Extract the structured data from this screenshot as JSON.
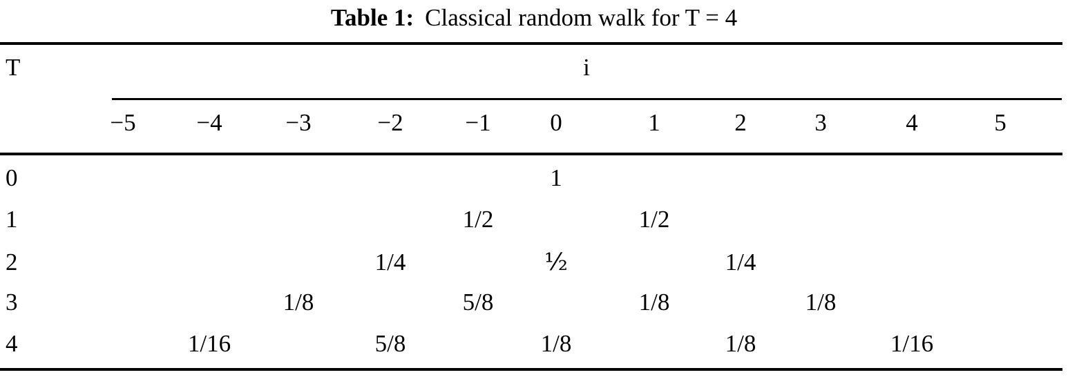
{
  "caption": {
    "label": "Table 1:",
    "text": "Classical random walk for T = 4"
  },
  "table": {
    "row_header_label": "T",
    "column_group_label": "i",
    "columns": [
      "−5",
      "−4",
      "−3",
      "−2",
      "−1",
      "0",
      "1",
      "2",
      "3",
      "4",
      "5"
    ],
    "rows": [
      {
        "label": "0",
        "cells": [
          "",
          "",
          "",
          "",
          "",
          "1",
          "",
          "",
          "",
          "",
          ""
        ]
      },
      {
        "label": "1",
        "cells": [
          "",
          "",
          "",
          "",
          "1/2",
          "",
          "1/2",
          "",
          "",
          "",
          ""
        ]
      },
      {
        "label": "2",
        "cells": [
          "",
          "",
          "",
          "1/4",
          "",
          "½",
          "",
          "1/4",
          "",
          "",
          ""
        ]
      },
      {
        "label": "3",
        "cells": [
          "",
          "",
          "1/8",
          "",
          "5/8",
          "",
          "1/8",
          "",
          "1/8",
          "",
          ""
        ]
      },
      {
        "label": "4",
        "cells": [
          "",
          "1/16",
          "",
          "5/8",
          "",
          "1/8",
          "",
          "1/8",
          "",
          "1/16",
          ""
        ]
      }
    ]
  },
  "chart_data": {
    "type": "table",
    "title": "Table 1: Classical random walk for T = 4",
    "xlabel": "i",
    "ylabel": "T",
    "categories": [
      "-5",
      "-4",
      "-3",
      "-2",
      "-1",
      "0",
      "1",
      "2",
      "3",
      "4",
      "5"
    ],
    "series": [
      {
        "name": "T = 0",
        "values": [
          "",
          "",
          "",
          "",
          "",
          "1",
          "",
          "",
          "",
          "",
          ""
        ]
      },
      {
        "name": "T = 1",
        "values": [
          "",
          "",
          "",
          "",
          "1/2",
          "",
          "1/2",
          "",
          "",
          "",
          ""
        ]
      },
      {
        "name": "T = 2",
        "values": [
          "",
          "",
          "",
          "1/4",
          "",
          "1/2",
          "",
          "1/4",
          "",
          "",
          ""
        ]
      },
      {
        "name": "T = 3",
        "values": [
          "",
          "",
          "1/8",
          "",
          "5/8",
          "",
          "1/8",
          "",
          "1/8",
          "",
          ""
        ]
      },
      {
        "name": "T = 4",
        "values": [
          "",
          "1/16",
          "",
          "5/8",
          "",
          "1/8",
          "",
          "1/8",
          "",
          "1/16",
          ""
        ]
      }
    ]
  },
  "layout": {
    "column_x": [
      178,
      303,
      432,
      565,
      692,
      805,
      947,
      1072,
      1188,
      1320,
      1448
    ],
    "row_y": [
      238,
      298,
      360,
      418,
      478
    ]
  }
}
